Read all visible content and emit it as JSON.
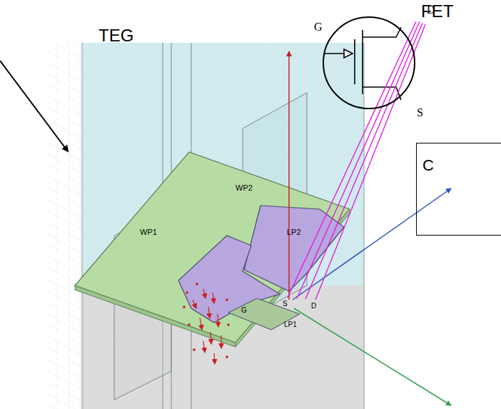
{
  "diagram": {
    "nodes": [
      {
        "text": [
          "FET"
        ]
      },
      {
        "text": [
          "C"
        ]
      }
    ],
    "labels": [
      "TEG",
      "G",
      "D",
      "S",
      "WP2",
      "WP1",
      "LP2",
      "S",
      "D",
      "G",
      "LP1"
    ]
  }
}
